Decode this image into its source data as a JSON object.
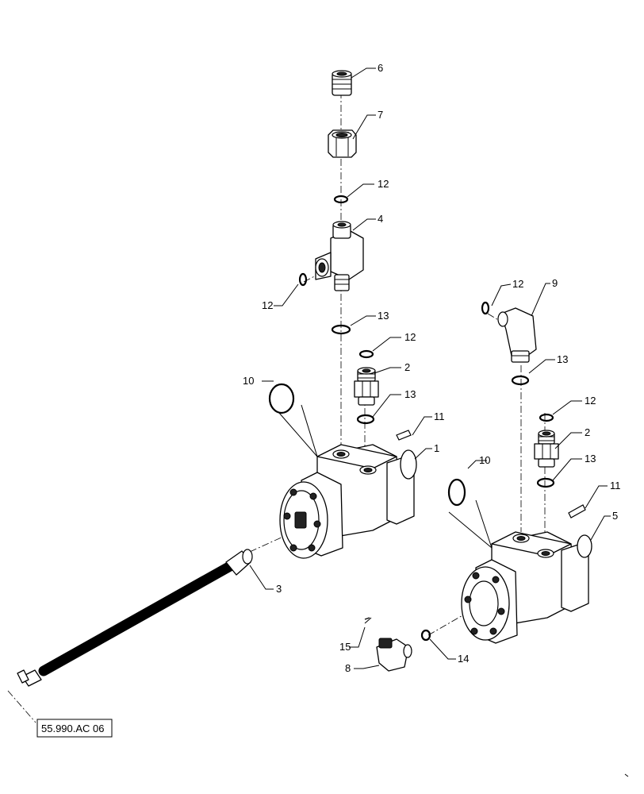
{
  "diagram": {
    "callouts": [
      "1",
      "2",
      "2",
      "3",
      "4",
      "5",
      "6",
      "7",
      "8",
      "9",
      "10",
      "10",
      "11",
      "11",
      "12",
      "12",
      "12",
      "12",
      "12",
      "13",
      "13",
      "13",
      "13",
      "14",
      "15"
    ],
    "reference_label": "55.990.AC 06"
  }
}
